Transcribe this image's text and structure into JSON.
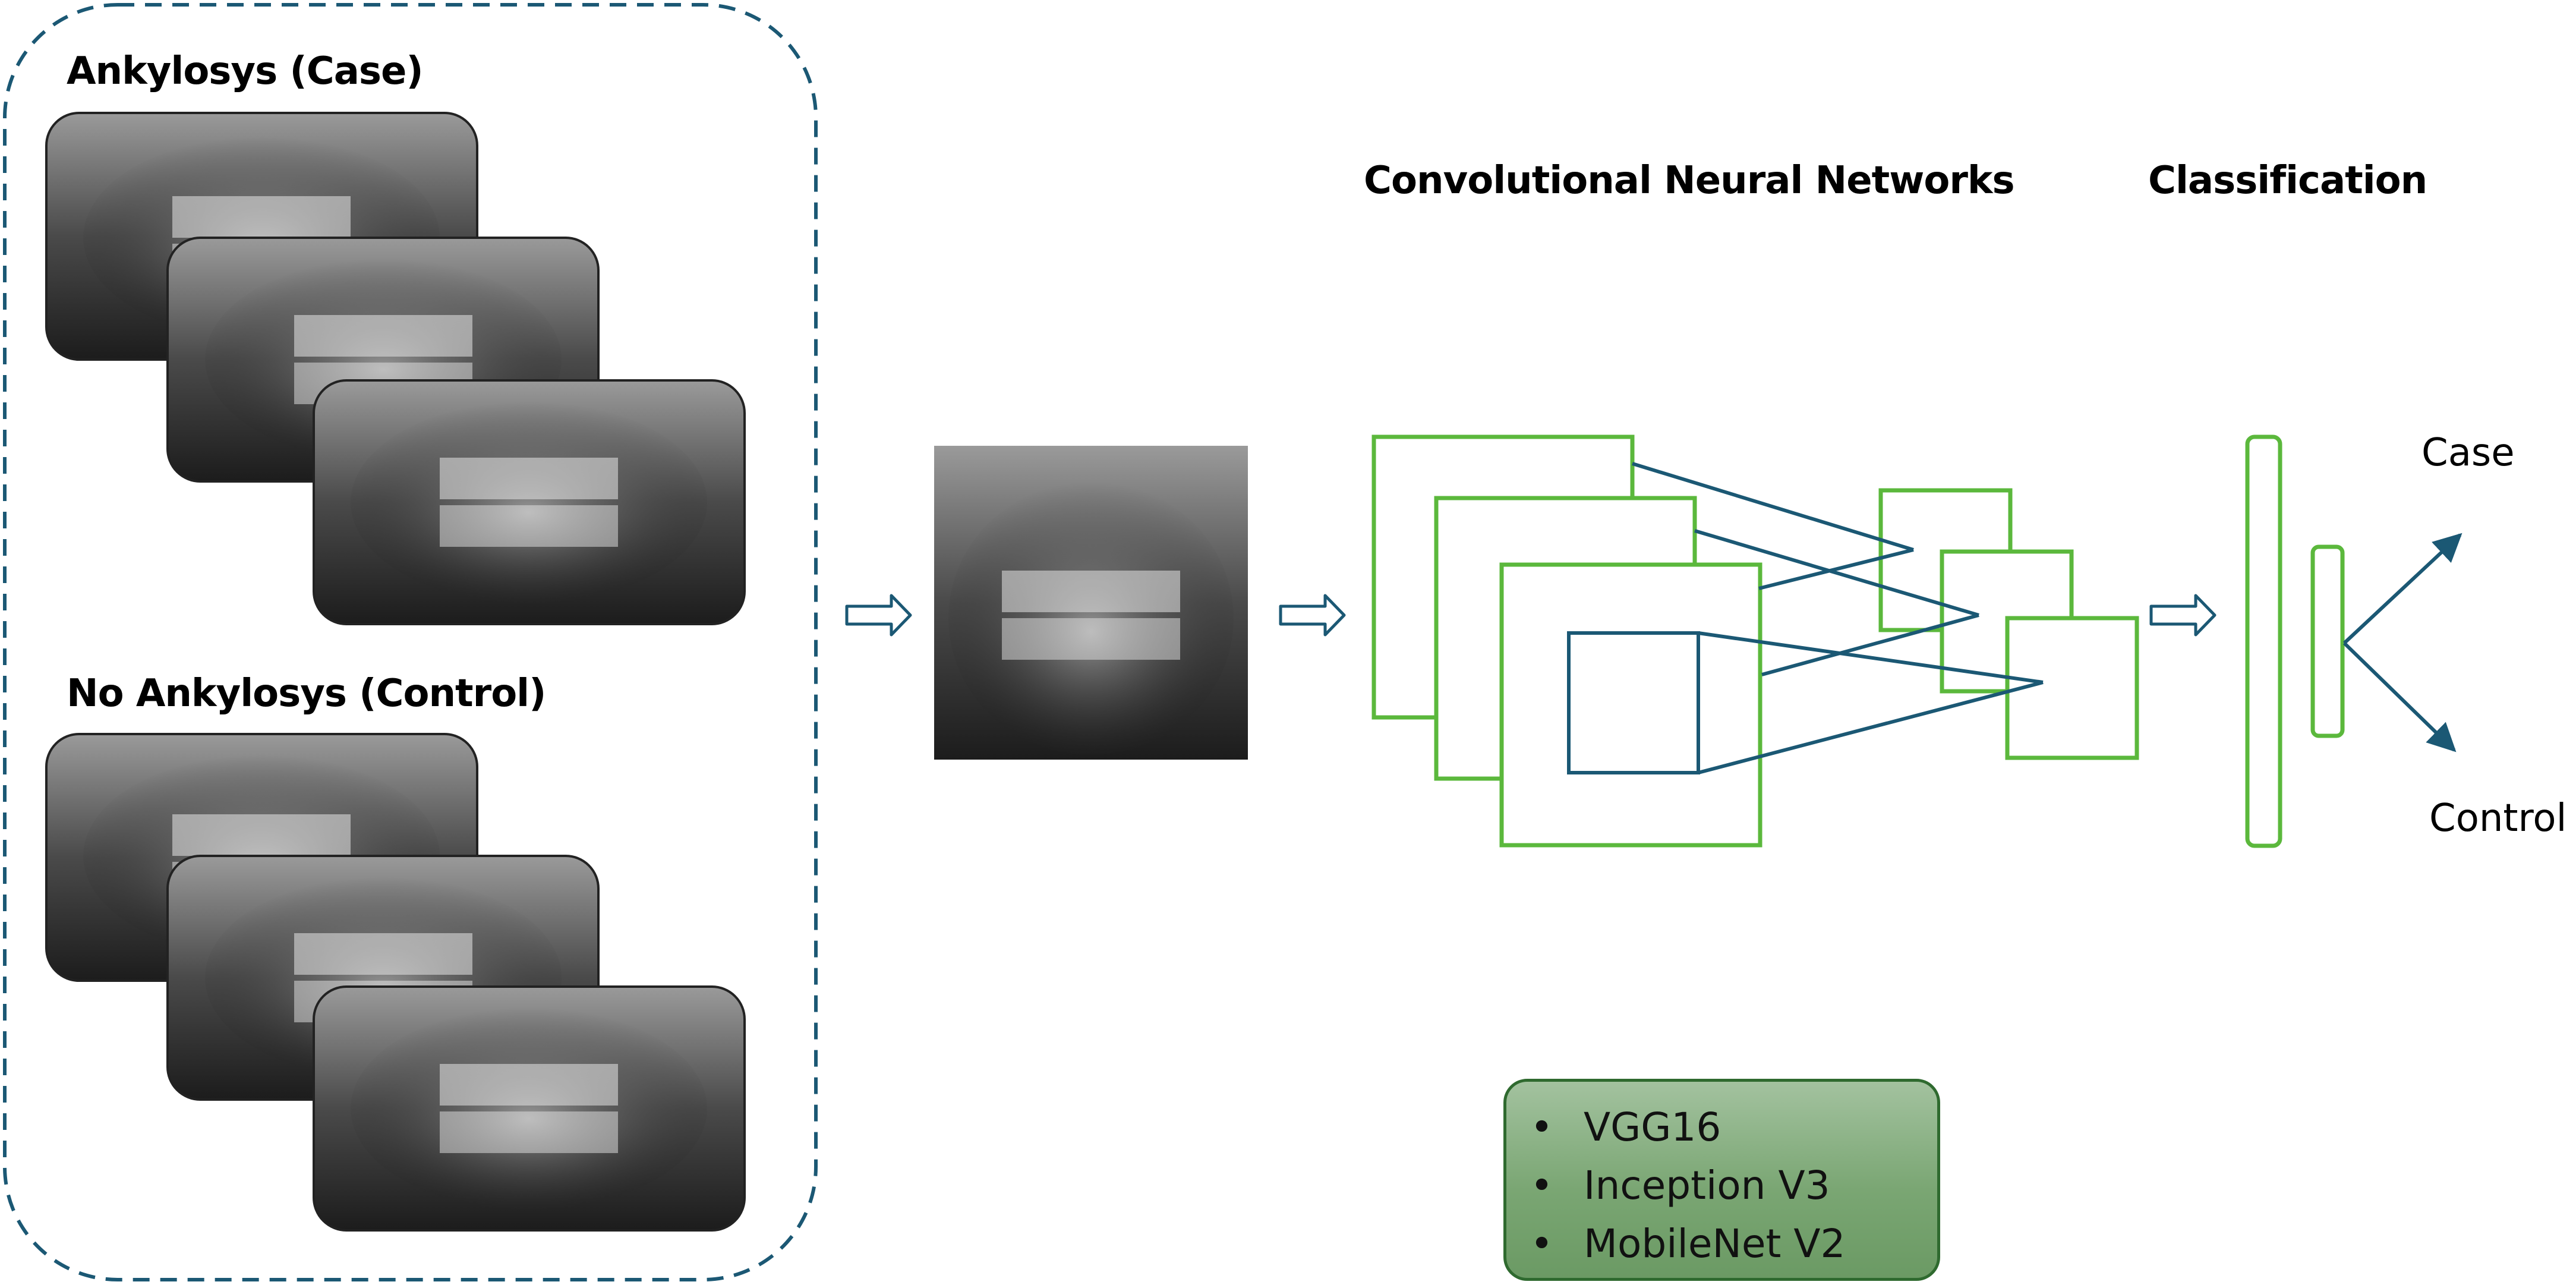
{
  "labels": {
    "case_group": "Ankylosys (Case)",
    "control_group": "No Ankylosys (Control)",
    "cnn_heading": "Convolutional Neural Networks",
    "classification_heading": "Classification",
    "output_case": "Case",
    "output_control": "Control"
  },
  "models": [
    "VGG16",
    "Inception V3",
    "MobileNet V2"
  ],
  "colors": {
    "dashed_border": "#1b5874",
    "cnn_layers": "#5bb83c",
    "connections": "#1b5874",
    "models_box": "#7aa673",
    "xray": "#3a3a3a"
  }
}
